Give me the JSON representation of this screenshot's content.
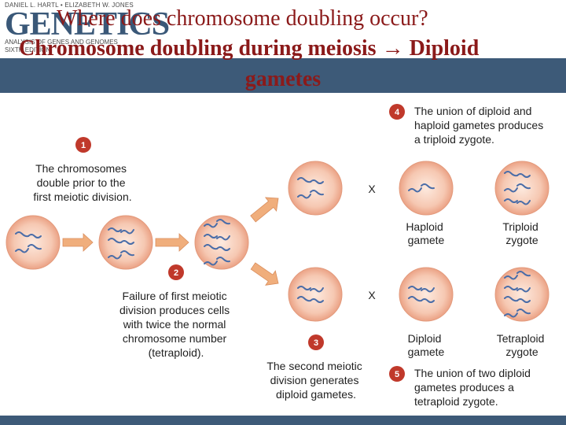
{
  "book": {
    "authors": "DANIEL L. HARTL • ELIZABETH W. JONES",
    "title": "GENETICS",
    "subtitle": "ANALYSIS OF GENES AND GENOMES",
    "edition": "SIXTH EDITION"
  },
  "slide": {
    "question": "Where does chromosome doubling occur?",
    "answer_line1": "Chromosome doubling during meiosis → Diploid",
    "answer_line2": "gametes"
  },
  "steps": [
    {
      "number": "1",
      "lines": [
        "The chromosomes",
        "double prior to the",
        "first meiotic division."
      ]
    },
    {
      "number": "2",
      "lines": [
        "Failure of first meiotic",
        "division produces cells",
        "with twice the normal",
        "chromosome number",
        "(tetraploid)."
      ]
    },
    {
      "number": "3",
      "lines": [
        "The second meiotic",
        "division generates",
        "diploid gametes."
      ]
    },
    {
      "number": "4",
      "lines": [
        "The union of diploid and",
        "haploid gametes produces",
        "a triploid zygote."
      ]
    },
    {
      "number": "5",
      "lines": [
        "The union of two diploid",
        "gametes produces a",
        "tetraploid zygote."
      ]
    }
  ],
  "cell_labels": {
    "haploid_gamete": [
      "Haploid",
      "gamete"
    ],
    "triploid_zygote": [
      "Triploid",
      "zygote"
    ],
    "diploid_gamete": [
      "Diploid",
      "gamete"
    ],
    "tetraploid_zygote": [
      "Tetraploid",
      "zygote"
    ],
    "cross_symbol": "X"
  },
  "colors": {
    "title_red": "#8b1a1a",
    "band_blue": "#3d5a78",
    "cell_fill": "#f2b79e",
    "cell_center": "#fbe3d6",
    "chromosome": "#4a6da8",
    "step_badge": "#c0392b",
    "arrow": "#f0ae7c"
  }
}
